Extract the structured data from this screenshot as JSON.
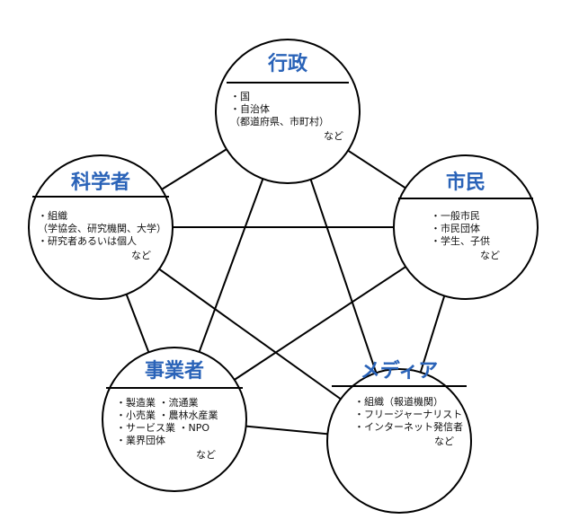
{
  "colors": {
    "title": "#2a63b8",
    "stroke": "#000000",
    "fill": "#ffffff",
    "text": "#111111"
  },
  "nodes": [
    {
      "id": "gyosei",
      "title": "行政",
      "lines": [
        "・国",
        "・自治体",
        "（都道府県、市町村）"
      ],
      "nado": "など"
    },
    {
      "id": "shimin",
      "title": "市民",
      "lines": [
        "・一般市民",
        "・市民団体",
        "・学生、子供"
      ],
      "nado": "など"
    },
    {
      "id": "media",
      "title": "メディア",
      "lines": [
        "・組織（報道機関）",
        "・フリージャーナリスト",
        "・インターネット発信者"
      ],
      "nado": "など"
    },
    {
      "id": "jigyosha",
      "title": "事業者",
      "lines": [
        "・製造業 ・流通業",
        "・小売業 ・農林水産業",
        "・サービス業 ・NPO",
        "・業界団体"
      ],
      "nado": "など"
    },
    {
      "id": "kagakusha",
      "title": "科学者",
      "lines": [
        "・組織",
        "（学協会、研究機関、大学）",
        "・研究者あるいは個人"
      ],
      "nado": "など"
    }
  ]
}
